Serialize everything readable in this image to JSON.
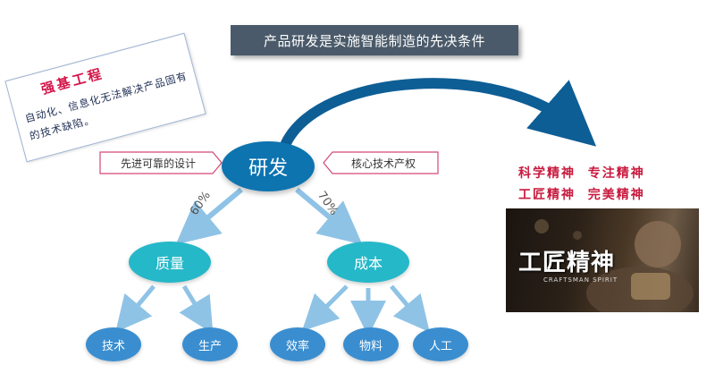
{
  "banner": {
    "title": "产品研发是实施智能制造的先决条件"
  },
  "note": {
    "title": "强基工程",
    "body": "自动化、信息化无法解决产品固有的技术缺陷。"
  },
  "diagram": {
    "root": "研发",
    "left_tag": "先进可靠的设计",
    "right_tag": "核心技术产权",
    "left_pct": "60%",
    "right_pct": "70%",
    "quality": "质量",
    "cost": "成本",
    "leaf_tech": "技术",
    "leaf_production": "生产",
    "leaf_efficiency": "效率",
    "leaf_material": "物料",
    "leaf_labor": "人工"
  },
  "spirit": {
    "line1": "科学精神  专注精神",
    "line2": "工匠精神  完美精神"
  },
  "photo": {
    "title": "工匠精神",
    "subtitle": "CRAFTSMAN SPIRIT"
  },
  "colors": {
    "root": "#0d74b0",
    "level2": "#25b8c8",
    "level3": "#3a8ed0",
    "arrow": "#8fc3e6",
    "accent_red": "#c8193e",
    "banner": "#4a5a6a"
  }
}
